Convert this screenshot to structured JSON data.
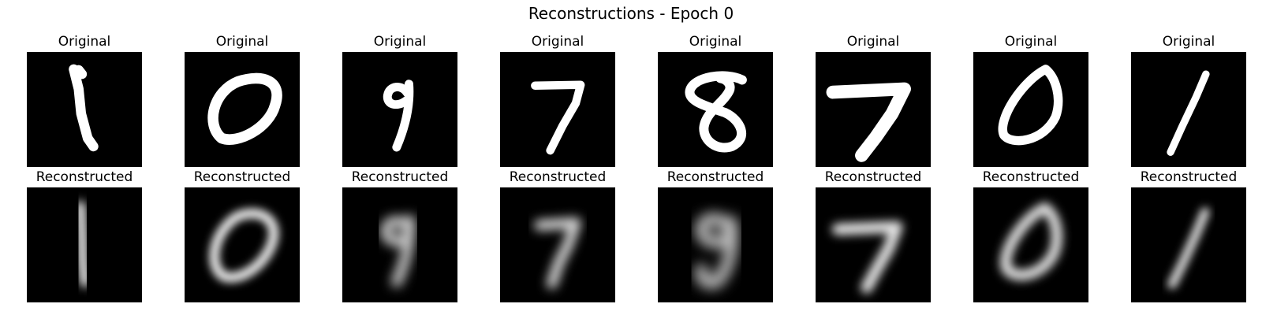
{
  "figure": {
    "title": "Reconstructions - Epoch 0"
  },
  "originals": [
    {
      "title": "Original",
      "digit": "1"
    },
    {
      "title": "Original",
      "digit": "0"
    },
    {
      "title": "Original",
      "digit": "9"
    },
    {
      "title": "Original",
      "digit": "7"
    },
    {
      "title": "Original",
      "digit": "8"
    },
    {
      "title": "Original",
      "digit": "7"
    },
    {
      "title": "Original",
      "digit": "0"
    },
    {
      "title": "Original",
      "digit": "1"
    }
  ],
  "reconstructions": [
    {
      "title": "Reconstructed",
      "digit": "1"
    },
    {
      "title": "Reconstructed",
      "digit": "0"
    },
    {
      "title": "Reconstructed",
      "digit": "9"
    },
    {
      "title": "Reconstructed",
      "digit": "7"
    },
    {
      "title": "Reconstructed",
      "digit": "9"
    },
    {
      "title": "Reconstructed",
      "digit": "7"
    },
    {
      "title": "Reconstructed",
      "digit": "0"
    },
    {
      "title": "Reconstructed",
      "digit": "1"
    }
  ],
  "colors": {
    "background": "#000000",
    "stroke": "#ffffff"
  }
}
